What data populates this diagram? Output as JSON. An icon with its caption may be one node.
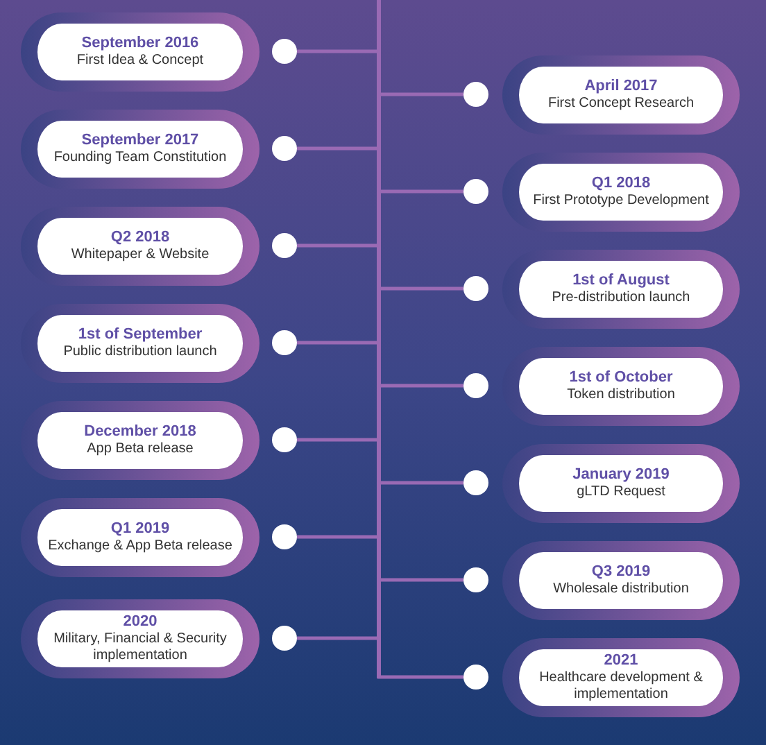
{
  "diagram": {
    "nodes": [
      {
        "text": [
          "September 2016",
          "First Idea & Concept"
        ]
      },
      {
        "text": [
          "April 2017",
          "First Concept Research"
        ]
      },
      {
        "text": [
          "September 2017",
          "Founding Team Constitution"
        ]
      },
      {
        "text": [
          "Q1 2018",
          "First Prototype Development"
        ]
      },
      {
        "text": [
          "Q2 2018",
          "Whitepaper & Website"
        ]
      },
      {
        "text": [
          "1st of August",
          "Pre-distribution launch"
        ]
      },
      {
        "text": [
          "1st of September",
          "Public distribution launch"
        ]
      },
      {
        "text": [
          "1st of October",
          "Token distribution"
        ]
      },
      {
        "text": [
          "December 2018",
          "App Beta release"
        ]
      },
      {
        "text": [
          "January 2019",
          "gLTD Request"
        ]
      },
      {
        "text": [
          "Q1 2019",
          "Exchange & App Beta release"
        ]
      },
      {
        "text": [
          "Q3 2019",
          "Wholesale distribution"
        ]
      },
      {
        "text": [
          "2020",
          "Military, Financial & Security implementation"
        ]
      },
      {
        "text": [
          "2021",
          "Healthcare development & implementation"
        ]
      }
    ]
  }
}
